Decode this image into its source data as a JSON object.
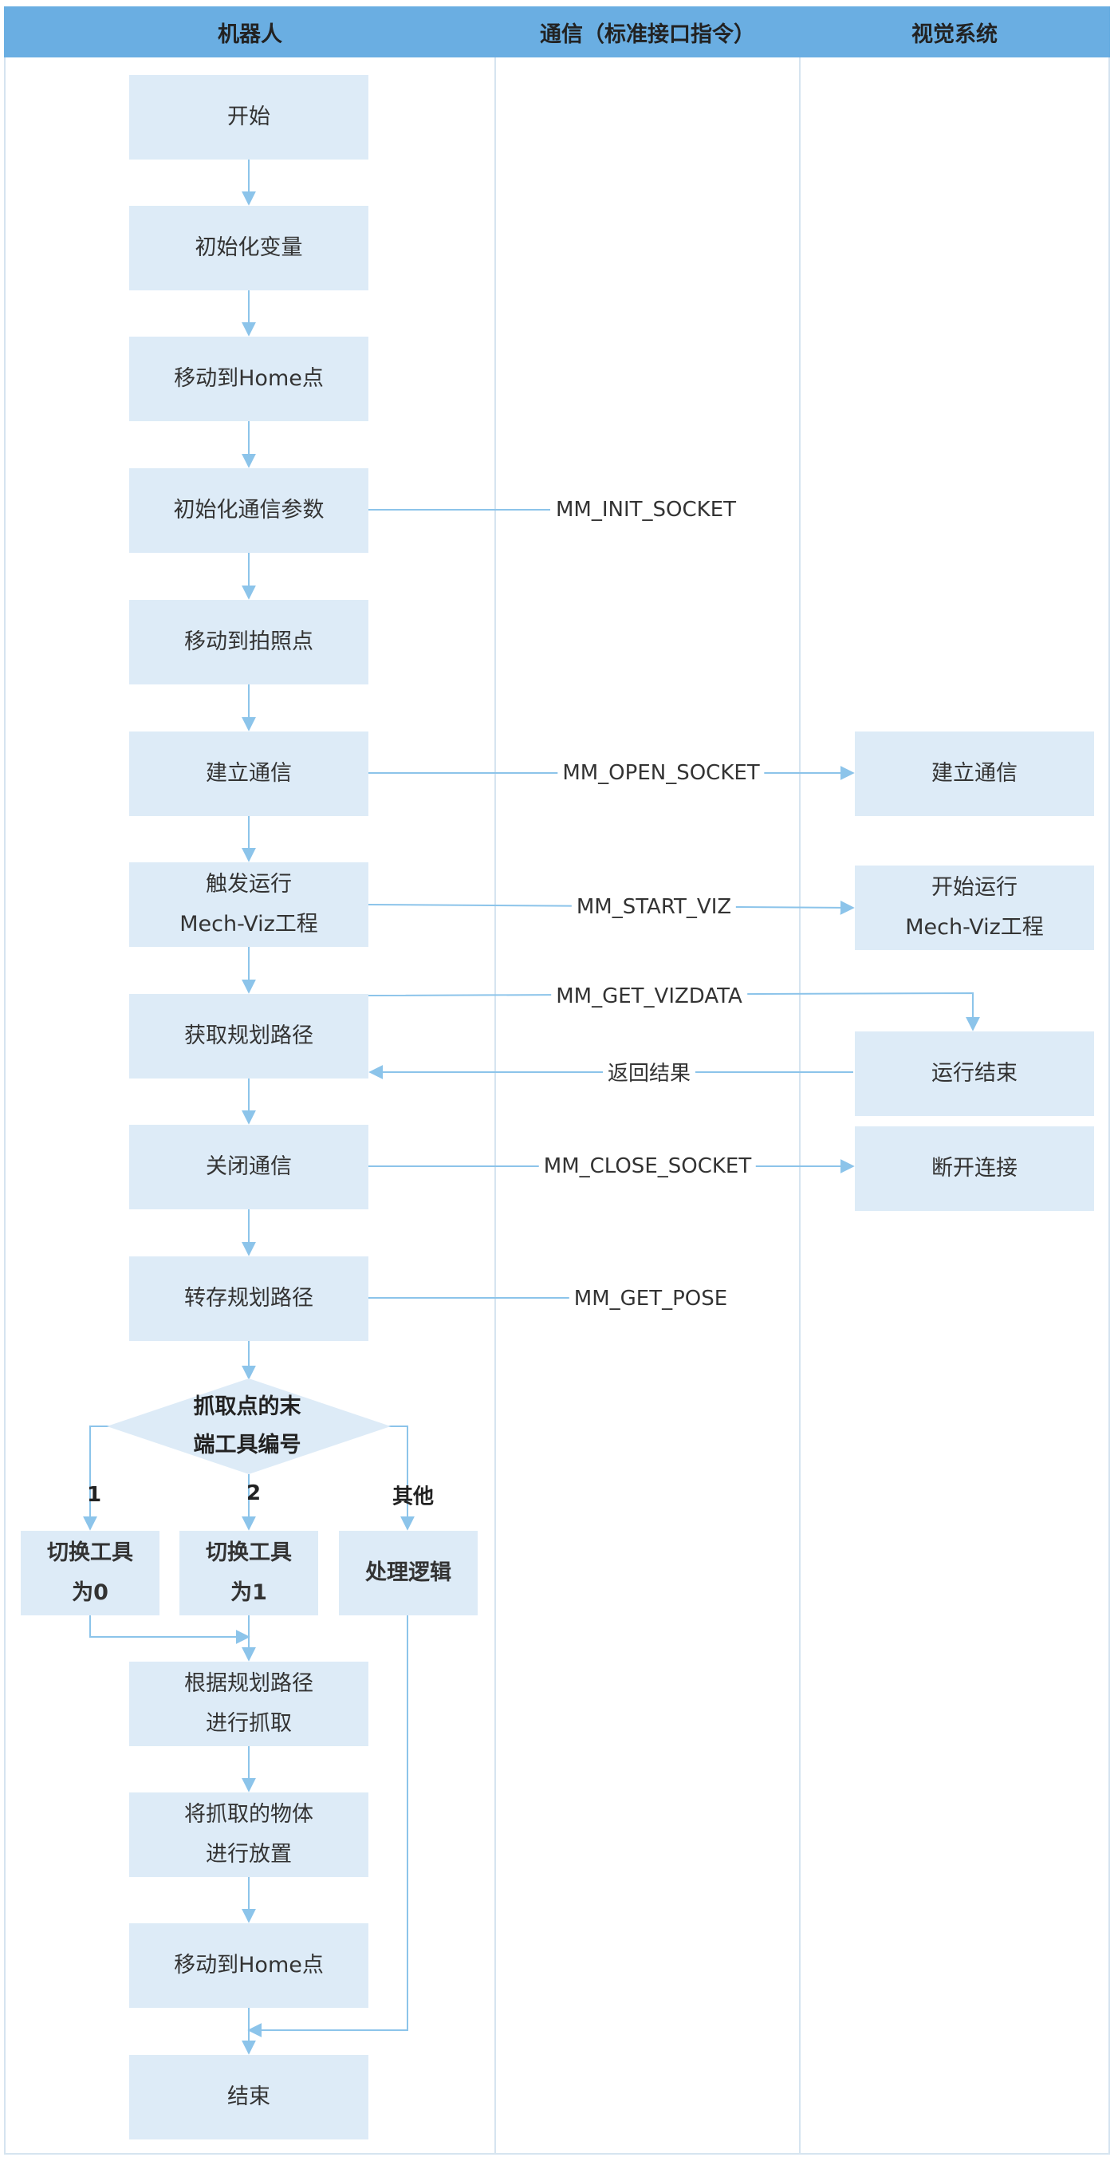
{
  "lanes": {
    "robot": "机器人",
    "comm": "通信（标准接口指令）",
    "vision": "视觉系统"
  },
  "robot_steps": {
    "start": "开始",
    "init_vars": "初始化变量",
    "move_home_1": "移动到Home点",
    "init_comm_params": "初始化通信参数",
    "move_photo": "移动到拍照点",
    "establish_comm": "建立通信",
    "trigger_run": "触发运行\nMech-Viz工程",
    "get_path": "获取规划路径",
    "close_comm": "关闭通信",
    "store_path": "转存规划路径",
    "decision": "抓取点的末\n端工具编号",
    "tool0": "切换工具\n为0",
    "tool1": "切换工具\n为1",
    "other_logic": "处理逻辑",
    "grab": "根据规划路径\n进行抓取",
    "place": "将抓取的物体\n进行放置",
    "move_home_2": "移动到Home点",
    "end": "结束"
  },
  "branches": {
    "b1": "1",
    "b2": "2",
    "b_other": "其他"
  },
  "commands": {
    "init_socket": "MM_INIT_SOCKET",
    "open_socket": "MM_OPEN_SOCKET",
    "start_viz": "MM_START_VIZ",
    "get_vizdata": "MM_GET_VIZDATA",
    "return_result": "返回结果",
    "close_socket": "MM_CLOSE_SOCKET",
    "get_pose": "MM_GET_POSE"
  },
  "vision_steps": {
    "establish_comm": "建立通信",
    "start_run": "开始运行\nMech-Viz工程",
    "run_end": "运行结束",
    "disconnect": "断开连接"
  },
  "colors": {
    "header": "#6aaee2",
    "box": "#ddebf7",
    "line": "#8cc4ea",
    "border": "#d6e4f0"
  }
}
